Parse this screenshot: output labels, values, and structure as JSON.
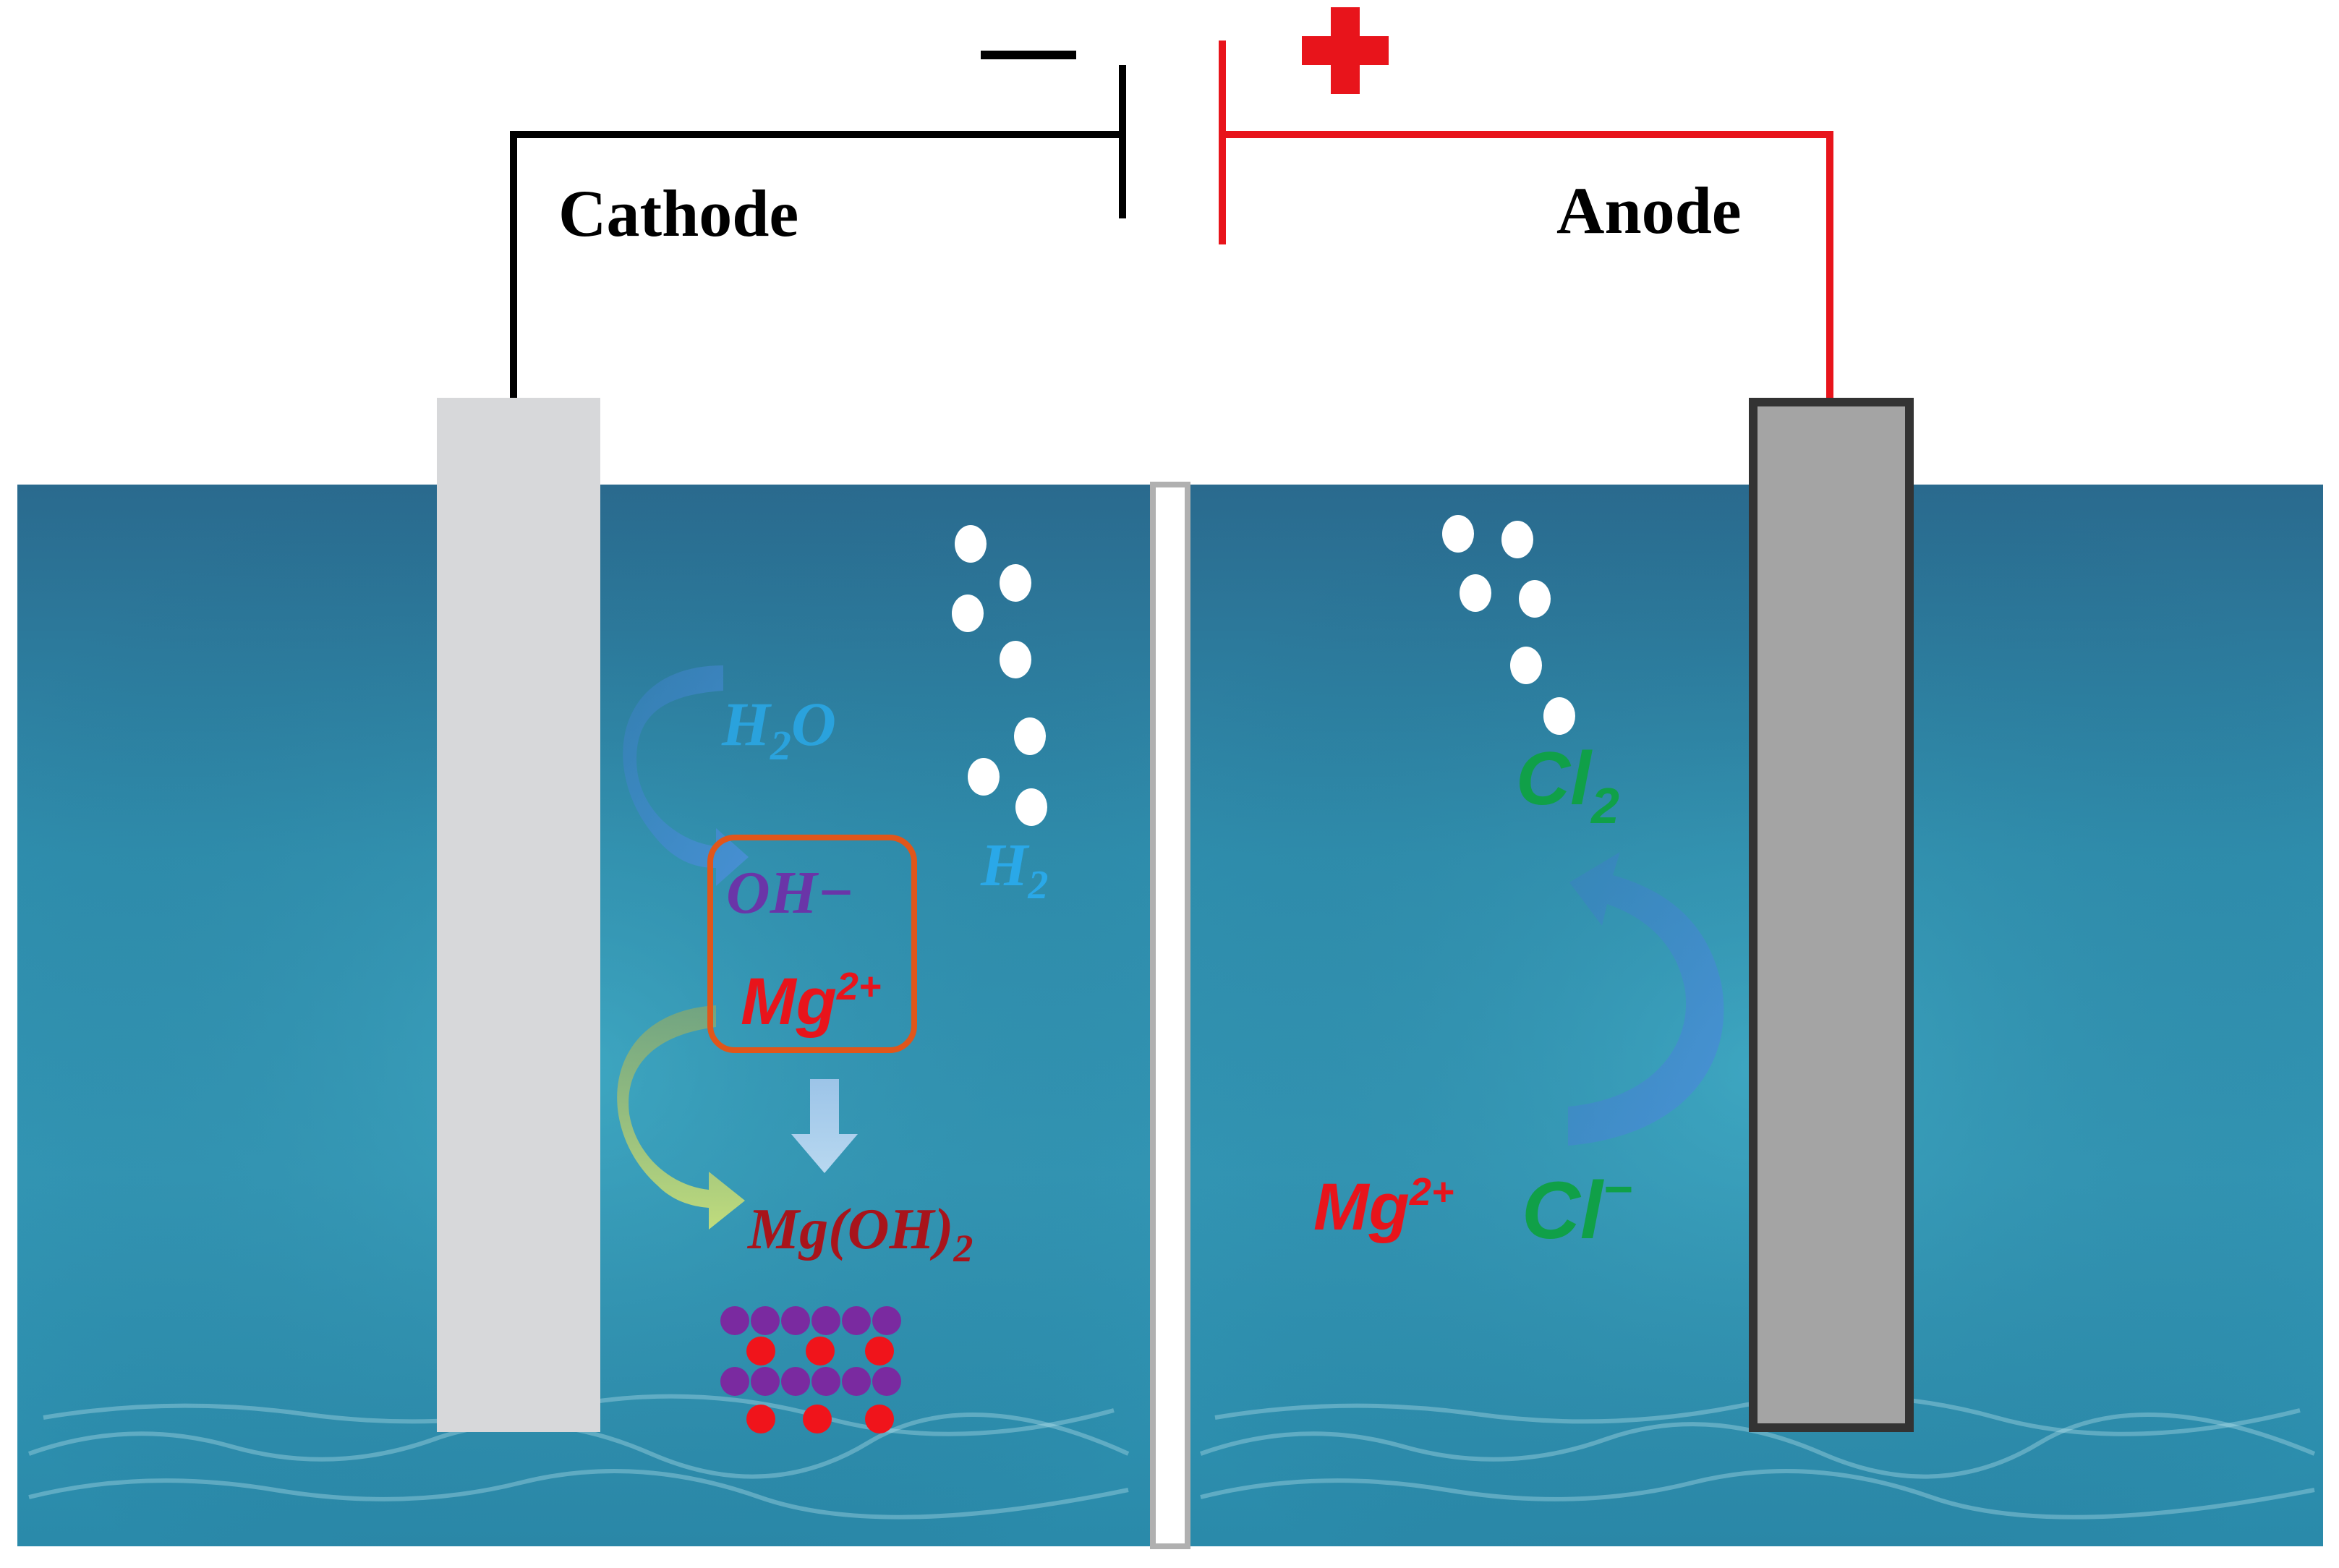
{
  "labels": {
    "cathode": "Cathode",
    "anode": "Anode",
    "negative_sign": "−",
    "positive_sign": "+"
  },
  "cathode_side": {
    "water": {
      "main": "H",
      "sub": "2",
      "tail": "O"
    },
    "hydroxide": "OH−",
    "magnesium_ion": {
      "main": "Mg",
      "sup": "2+"
    },
    "hydrogen": {
      "main": "H",
      "sub": "2"
    },
    "precipitate": {
      "main": "Mg(OH)",
      "sub": "2"
    }
  },
  "anode_side": {
    "chlorine": {
      "main": "Cl",
      "sub": "2"
    },
    "chloride": {
      "main": "Cl",
      "sup": "−"
    },
    "magnesium_ion": {
      "main": "Mg",
      "sup": "2+"
    }
  },
  "colors": {
    "water_top": "#2a6d92",
    "water_mid": "#3196b4",
    "water_bottom": "#2c8fb0",
    "negative_wire": "#000000",
    "positive_wire": "#e8141b",
    "cathode_plate": "#d7d8da",
    "anode_plate": "#a4a4a4",
    "membrane": "#ffffff",
    "water_text": "#2aa8e8",
    "hydroxide_text": "#6a35a8",
    "magnesium_text": "#e8141b",
    "precipitate_text": "#a8141b",
    "chlorine_text": "#10a048",
    "ion_purple": "#7a2aa0",
    "ion_red": "#f0141b",
    "bubble": "#ffffff",
    "highlight_box": "#e0561a"
  }
}
